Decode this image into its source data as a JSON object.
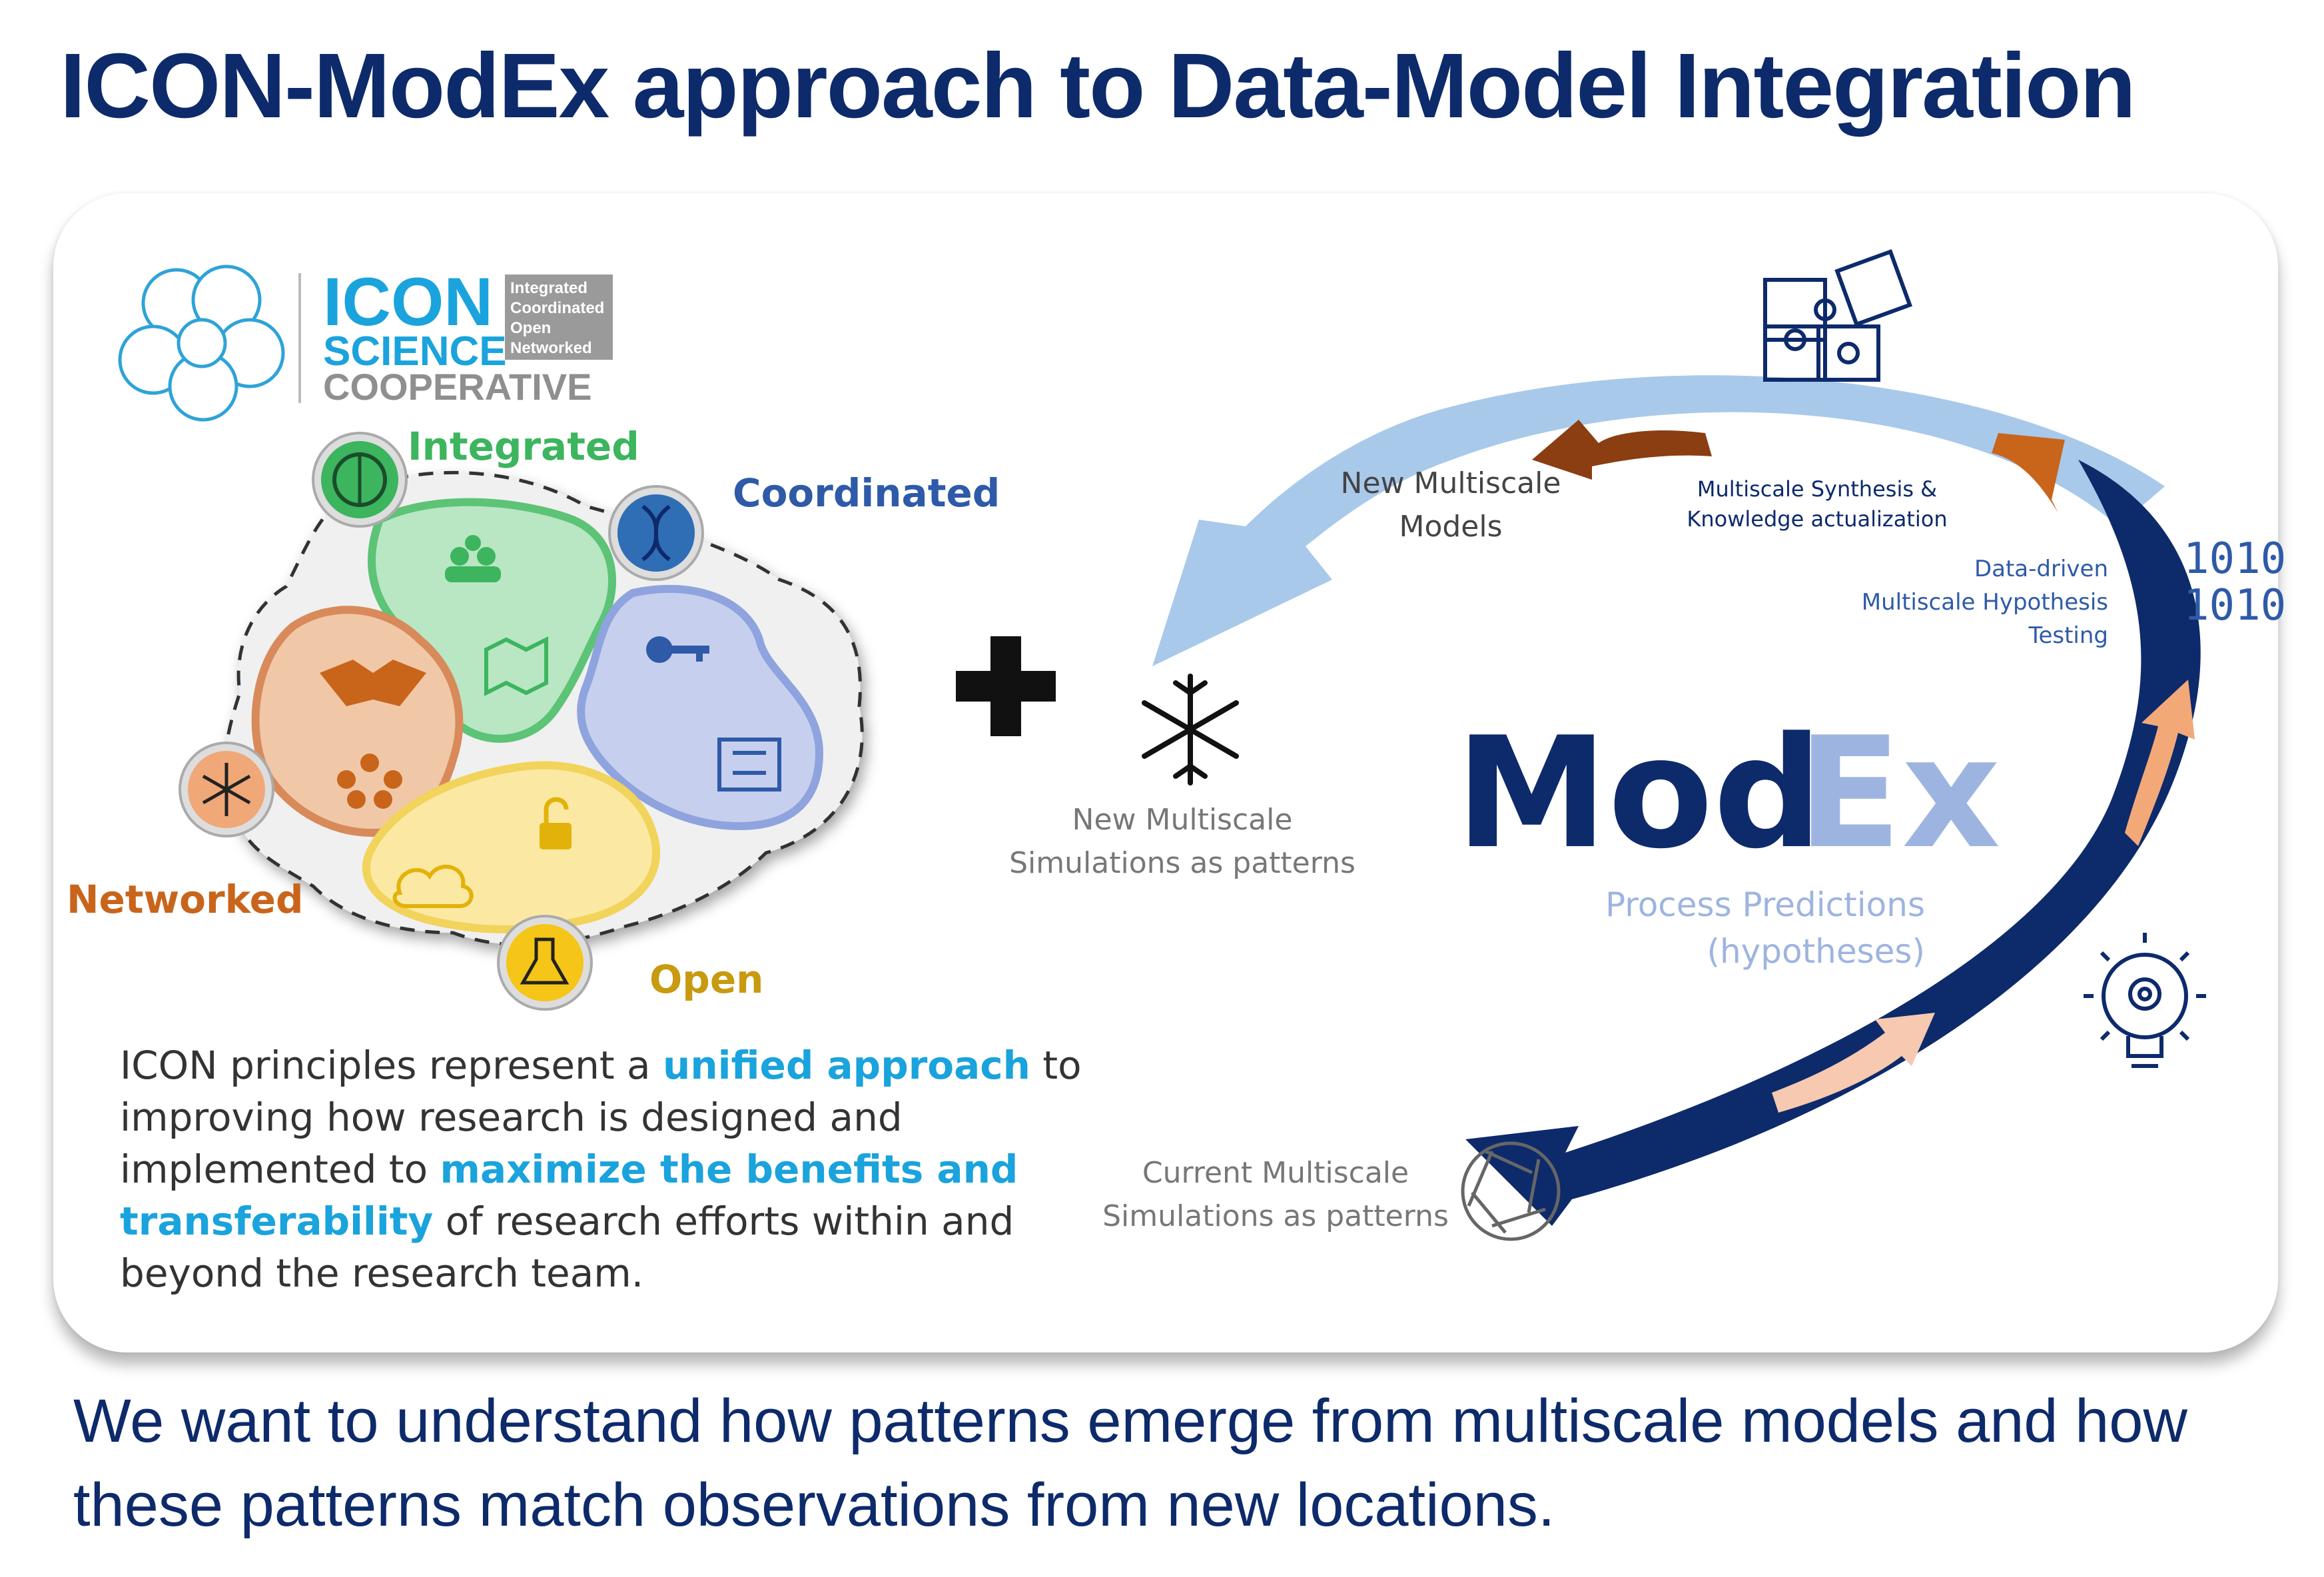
{
  "title": "ICON-ModEx approach to Data-Model Integration",
  "logo": {
    "icon": "ICON",
    "science": "SCIENCE",
    "cooperative": "COOPERATIVE",
    "acronym": [
      "Integrated",
      "Coordinated",
      "Open",
      "Networked"
    ]
  },
  "principles": {
    "integrated": "Integrated",
    "coordinated": "Coordinated",
    "networked": "Networked",
    "open": "Open"
  },
  "description": {
    "part1": "ICON principles represent a ",
    "hl1": "unified approach",
    "part2": " to improving how research is designed and implemented to ",
    "hl2": "maximize the benefits and transferability",
    "part3": " of research efforts within and beyond the research team."
  },
  "cycle": {
    "modex_main": "Mod",
    "modex_accent": "Ex",
    "new_models": [
      "New Multiscale",
      "Models"
    ],
    "synthesis": [
      "Multiscale Synthesis &",
      "Knowledge actualization"
    ],
    "data_driven": [
      "Data-driven",
      "Multiscale Hypothesis",
      "Testing"
    ],
    "binary": [
      "1010",
      "1010"
    ],
    "predictions": [
      "Process Predictions",
      "(hypotheses)"
    ],
    "new_simulations": [
      "New Multiscale",
      "Simulations as patterns"
    ],
    "current_simulations": [
      "Current Multiscale",
      "Simulations as patterns"
    ]
  },
  "footer": "We want to understand how patterns emerge from multiscale models and how these patterns match observations from new locations.",
  "colors": {
    "navy": "#0d2a6b",
    "green": "#3cb55e",
    "blue": "#2e5aa8",
    "orange": "#c8651b",
    "gold": "#c79a10",
    "light_blue_arrow": "#a8c9ea",
    "accent_text": "#1aa3dc"
  }
}
